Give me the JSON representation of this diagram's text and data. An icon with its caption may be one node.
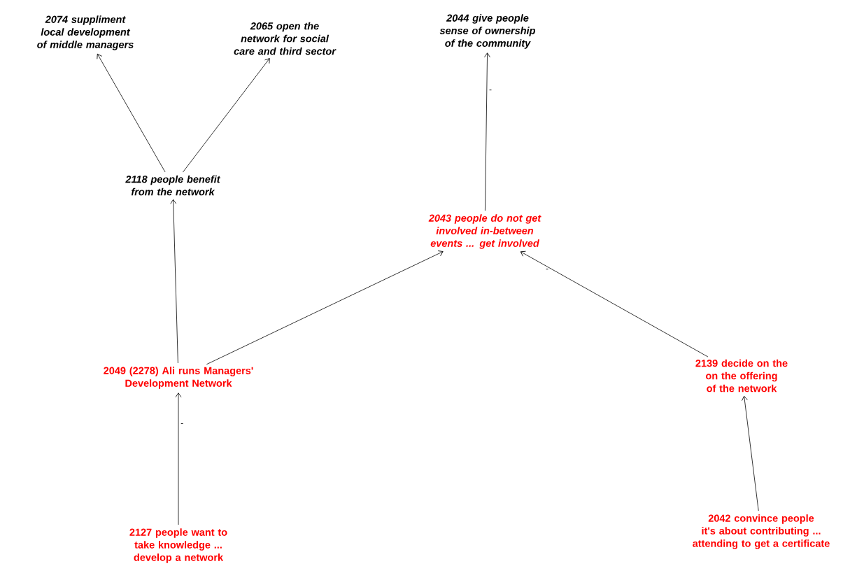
{
  "diagram": {
    "nodes": [
      {
        "text": [
          "2074 suppliment local development of middle managers"
        ]
      },
      {
        "text": [
          "2065 open the network for social care and third sector"
        ]
      },
      {
        "text": [
          "2044 give people sense of ownership of the community"
        ]
      },
      {
        "text": [
          "2118 people benefit from the network"
        ]
      },
      {
        "text": [
          "2043 people do not get involved in-between events ... get involved"
        ]
      },
      {
        "text": [
          "2049 (2278) Ali runs Managers' Development Network"
        ]
      },
      {
        "text": [
          "2139 decide on the on the offering of the network"
        ]
      },
      {
        "text": [
          "2127 people want to take knowledge ... develop a network"
        ]
      },
      {
        "text": [
          "2042 convince people it's about contributing ... attending to get a certificate"
        ]
      }
    ],
    "edges": [
      {
        "from": 3,
        "to": 0,
        "arrow": "to"
      },
      {
        "from": 3,
        "to": 1,
        "arrow": "to"
      },
      {
        "from": 4,
        "to": 2,
        "arrow": "to",
        "label": "-"
      },
      {
        "from": 5,
        "to": 3,
        "arrow": "to"
      },
      {
        "from": 5,
        "to": 4,
        "arrow": "to"
      },
      {
        "from": 6,
        "to": 4,
        "arrow": "to",
        "label": "-"
      },
      {
        "from": 7,
        "to": 5,
        "arrow": "to",
        "label": "-"
      },
      {
        "from": 8,
        "to": 6,
        "arrow": "to"
      }
    ]
  }
}
